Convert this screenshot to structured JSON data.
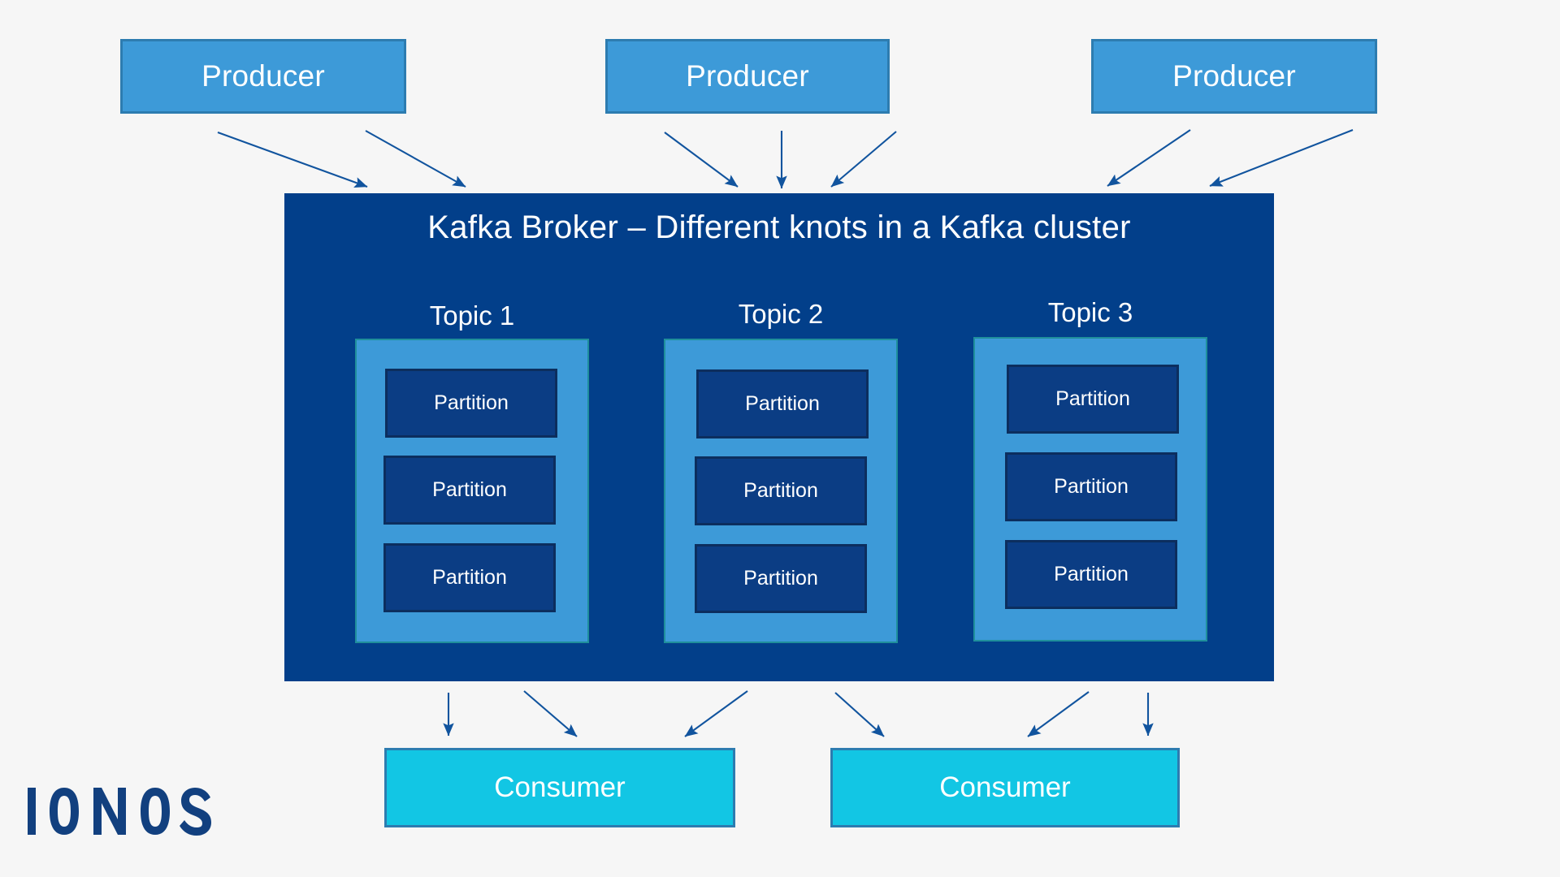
{
  "diagram": {
    "title": "Kafka Broker – Different knots in a Kafka cluster",
    "background_color": "#f6f6f6",
    "colors": {
      "producer_fill": "#3d9ad8",
      "producer_border": "#2d7cb0",
      "broker_fill": "#023f8a",
      "topic_fill": "#3d9ad8",
      "topic_border": "#1f8f9b",
      "partition_fill": "#0b3d84",
      "partition_border": "#0c2e5e",
      "consumer_fill": "#12c6e4",
      "consumer_border": "#2d7cb0",
      "arrow_color": "#11549e",
      "logo_color": "#12407f",
      "text_color": "#ffffff"
    }
  },
  "producers": [
    {
      "label": "Producer"
    },
    {
      "label": "Producer"
    },
    {
      "label": "Producer"
    }
  ],
  "broker": {
    "title": "Kafka Broker – Different knots in a Kafka cluster",
    "topics": [
      {
        "label": "Topic 1",
        "partitions": [
          {
            "label": "Partition"
          },
          {
            "label": "Partition"
          },
          {
            "label": "Partition"
          }
        ]
      },
      {
        "label": "Topic 2",
        "partitions": [
          {
            "label": "Partition"
          },
          {
            "label": "Partition"
          },
          {
            "label": "Partition"
          }
        ]
      },
      {
        "label": "Topic 3",
        "partitions": [
          {
            "label": "Partition"
          },
          {
            "label": "Partition"
          },
          {
            "label": "Partition"
          }
        ]
      }
    ]
  },
  "consumers": [
    {
      "label": "Consumer"
    },
    {
      "label": "Consumer"
    }
  ],
  "logo": {
    "name": "IONOS",
    "letters": [
      "I",
      "O",
      "N",
      "O",
      "S"
    ]
  }
}
